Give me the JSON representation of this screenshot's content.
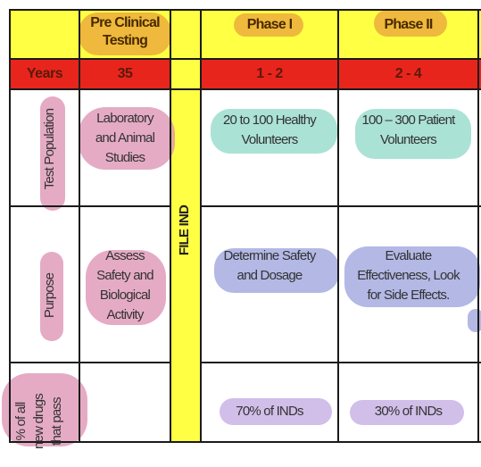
{
  "header": {
    "preclinical": [
      "Pre Clinical",
      "Testing"
    ],
    "phase1": "Phase I",
    "phase2": "Phase II"
  },
  "years": {
    "label": "Years",
    "preclinical": "35",
    "phase1": "1 - 2",
    "phase2": "2 - 4"
  },
  "file_ind": "FILE IND",
  "rows": {
    "test_population": {
      "label": "Test Population",
      "preclinical": [
        "Laboratory",
        "and Animal",
        "Studies"
      ],
      "phase1": [
        "20 to 100 Healthy",
        "Volunteers"
      ],
      "phase2": [
        "100 – 300 Patient",
        "Volunteers"
      ]
    },
    "purpose": {
      "label": "Purpose",
      "preclinical": [
        "Assess",
        "Safety and",
        "Biological",
        "Activity"
      ],
      "phase1": [
        "Determine Safety",
        "and Dosage"
      ],
      "phase2": [
        "Evaluate",
        "Effectiveness, Look",
        "for Side Effects."
      ]
    },
    "pass_rate": {
      "label": [
        "% of all",
        "new drugs",
        "that pass"
      ],
      "preclinical": "",
      "phase1": "70% of INDs",
      "phase2": "30% of INDs"
    }
  }
}
